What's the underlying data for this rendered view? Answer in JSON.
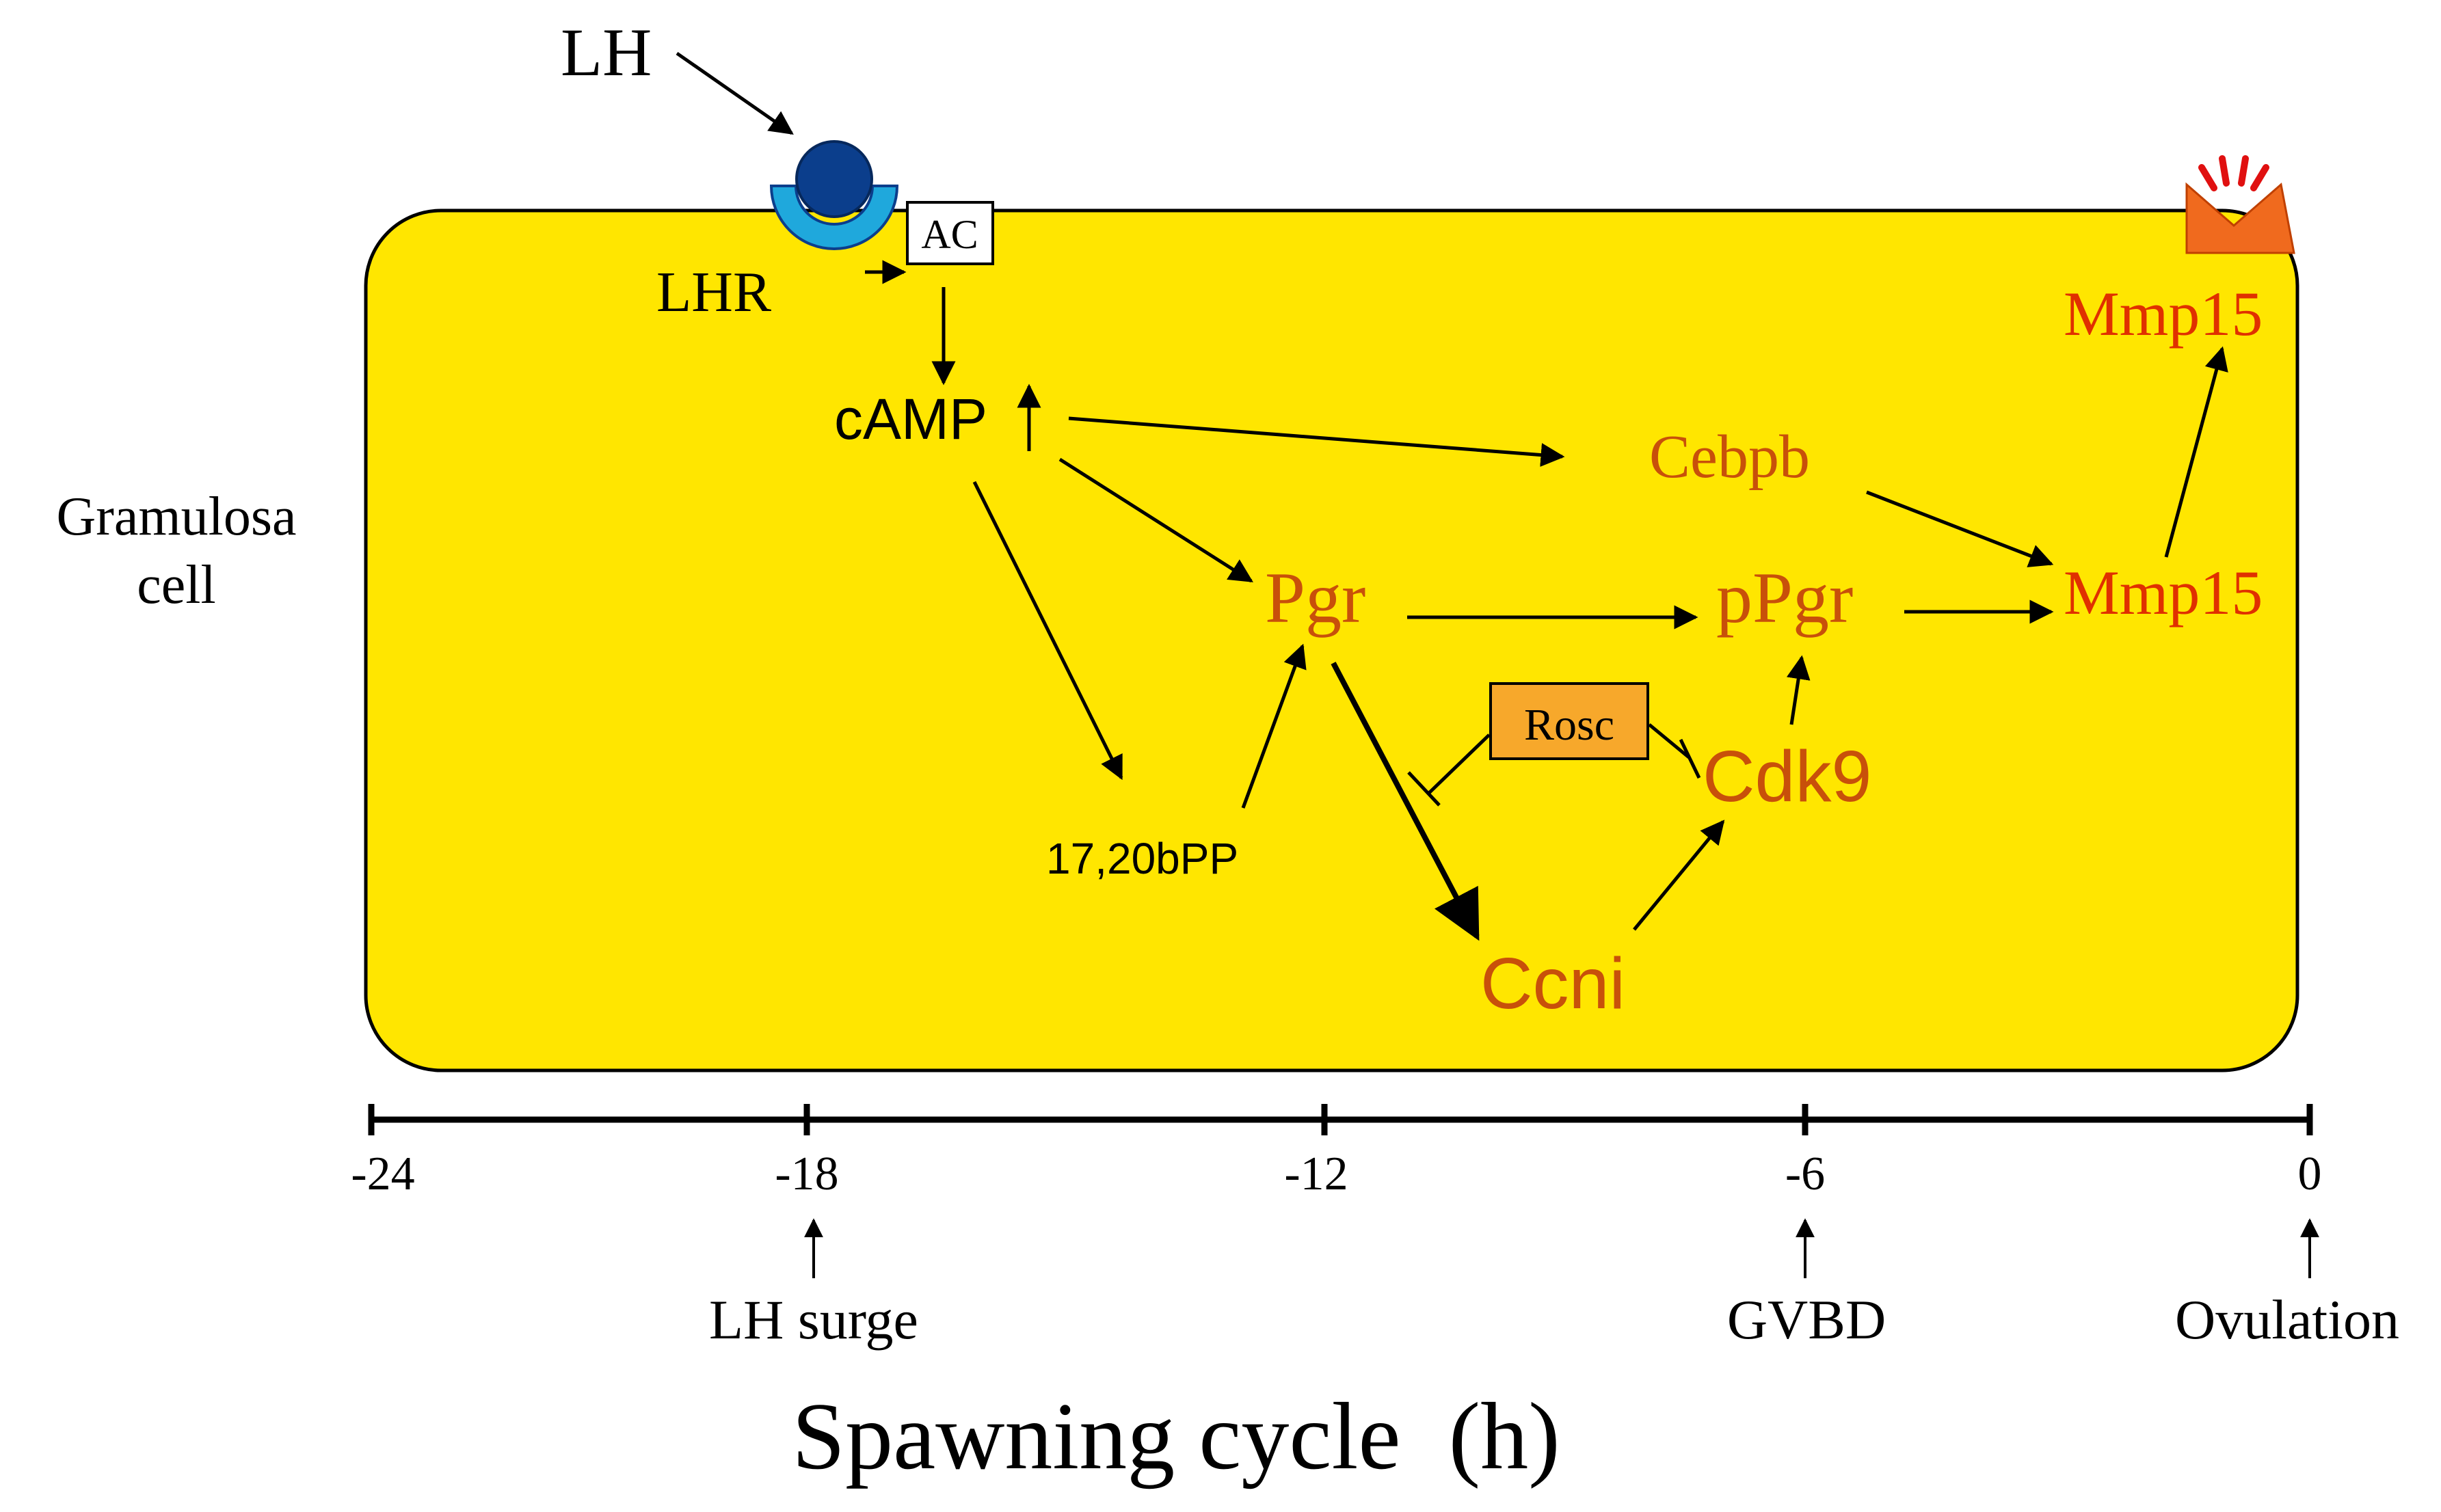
{
  "colors": {
    "cell_fill": "#FFE600",
    "black": "#000000",
    "gene_text": "#C8500A",
    "mmp_text": "#E03000",
    "receptor_blue": "#1FA8DC",
    "ligand_blue": "#0B3E8C",
    "rosc_fill": "#F7A82B",
    "rupture_orange": "#F06A1E",
    "rupture_rays": "#E01010"
  },
  "labels": {
    "lh": "LH",
    "lhr": "LHR",
    "ac": "AC",
    "camp": "cAMP",
    "granulosa_line1": "Gramulosa",
    "granulosa_line2": "cell",
    "pp": "17,20bPP",
    "pgr": "Pgr",
    "ppgr": "pPgr",
    "cebpb": "Cebpb",
    "mmp15_mid": "Mmp15",
    "mmp15_top": "Mmp15",
    "rosc": "Rosc",
    "cdk9": "Cdk9",
    "ccni": "Ccni"
  },
  "timeline": {
    "ticks": [
      "-24",
      "-18",
      "-12",
      "-6",
      "0"
    ],
    "events": [
      "LH surge",
      "GVBD",
      "Ovulation"
    ],
    "axis_title": "Spawning cycle  (h)"
  },
  "icons": [
    "lh-ligand-icon",
    "lh-receptor-icon",
    "rupture-icon"
  ]
}
